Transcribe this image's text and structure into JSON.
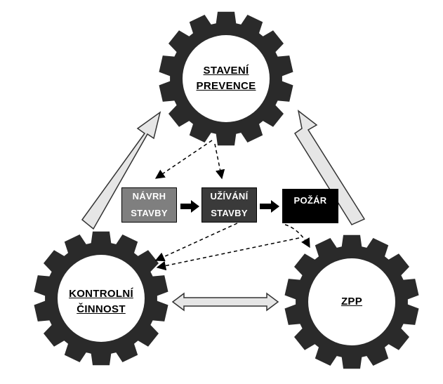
{
  "gears": {
    "top": {
      "line1": "STAVENÍ",
      "line2": "PREVENCE"
    },
    "left": {
      "line1": "KONTROLNÍ",
      "line2": "ČINNOST"
    },
    "right": {
      "line1": "ZPP"
    }
  },
  "boxes": {
    "design": {
      "line1": "NÁVRH",
      "line2": "STAVBY",
      "color": "#7f7f7f"
    },
    "usage": {
      "line1": "UŽÍVÁNÍ",
      "line2": "STAVBY",
      "color": "#3a3a3a"
    },
    "fire": {
      "line1": "POŽÁR",
      "color": "#000000"
    }
  },
  "colors": {
    "gear": "#2a2a2a",
    "arrow_fill": "#e6e6e6",
    "arrow_stroke": "#333333"
  }
}
